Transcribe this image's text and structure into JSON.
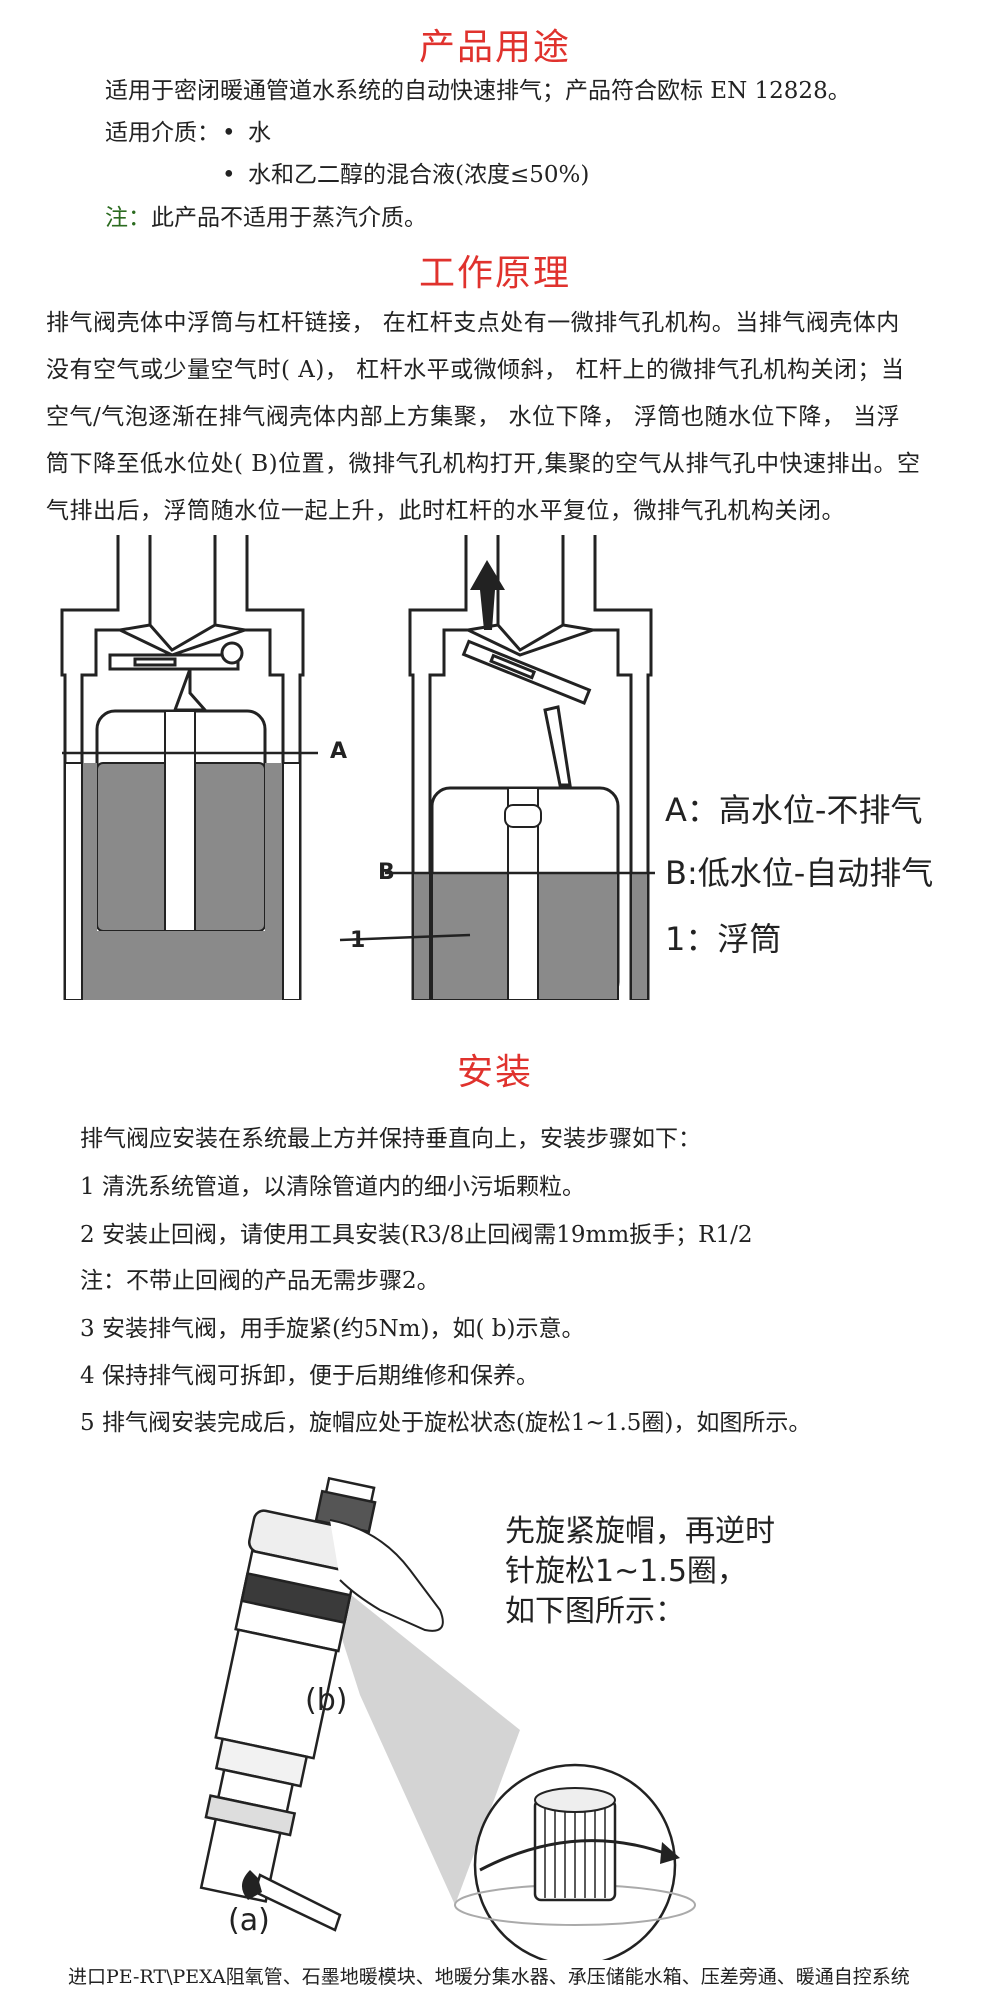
{
  "usage": {
    "title": "产品用途",
    "line1": "适用于密闭暖通管道水系统的自动快速排气；产品符合欧标 EN 12828。",
    "media_label": "适用介质：",
    "media_items": [
      "水",
      "水和乙二醇的混合液(浓度≤50%)"
    ],
    "bullet": "•",
    "note_mark": "注：",
    "note_text": "此产品不适用于蒸汽介质。"
  },
  "principle": {
    "title": "工作原理",
    "lines": [
      "排气阀壳体中浮筒与杠杆链接，  在杠杆支点处有一微排气孔机构。当排气阀壳体内",
      "没有空气或少量空气时( A)，  杠杆水平或微倾斜，  杠杆上的微排气孔机构关闭；当",
      "空气/气泡逐渐在排气阀壳体内部上方集聚，  水位下降，  浮筒也随水位下降，  当浮",
      "筒下降至低水位处( B)位置，微排气孔机构打开,集聚的空气从排气孔中快速排出。空",
      "气排出后，浮筒随水位一起上升，此时杠杆的水平复位，微排气孔机构关闭。"
    ],
    "diagram": {
      "label_a": "A",
      "label_b": "B",
      "label_1": "1",
      "legend": [
        "A：高水位-不排气",
        "B:低水位-自动排气",
        "1：浮筒"
      ]
    }
  },
  "install": {
    "title": "安装",
    "intro": "排气阀应安装在系统最上方并保持垂直向上，安装步骤如下：",
    "steps": [
      "1  清洗系统管道，以清除管道内的细小污垢颗粒。",
      "2  安装止回阀，请使用工具安装(R3/8止回阀需19mm扳手；R1/2",
      "注：不带止回阀的产品无需步骤2。",
      "3  安装排气阀，用手旋紧(约5Nm)，如( b)示意。",
      "4  保持排气阀可拆卸，便于后期维修和保养。",
      "5  排气阀安装完成后，旋帽应处于旋松状态(旋松1~1.5圈)，如图所示。"
    ],
    "figure": {
      "caption_lines": [
        "先旋紧旋帽，再逆时",
        "针旋松1~1.5圈，",
        "如下图所示："
      ],
      "label_b": "(b)",
      "label_a": "(a)"
    }
  },
  "footer": {
    "text": "进口PE-RT\\PEXA阻氧管、石墨地暖模块、地暖分集水器、承压储能水箱、压差旁通、暖通自控系统"
  },
  "colors": {
    "heading": "#e0322d",
    "note": "#2b6b1f",
    "water": "#8a8a8a"
  }
}
